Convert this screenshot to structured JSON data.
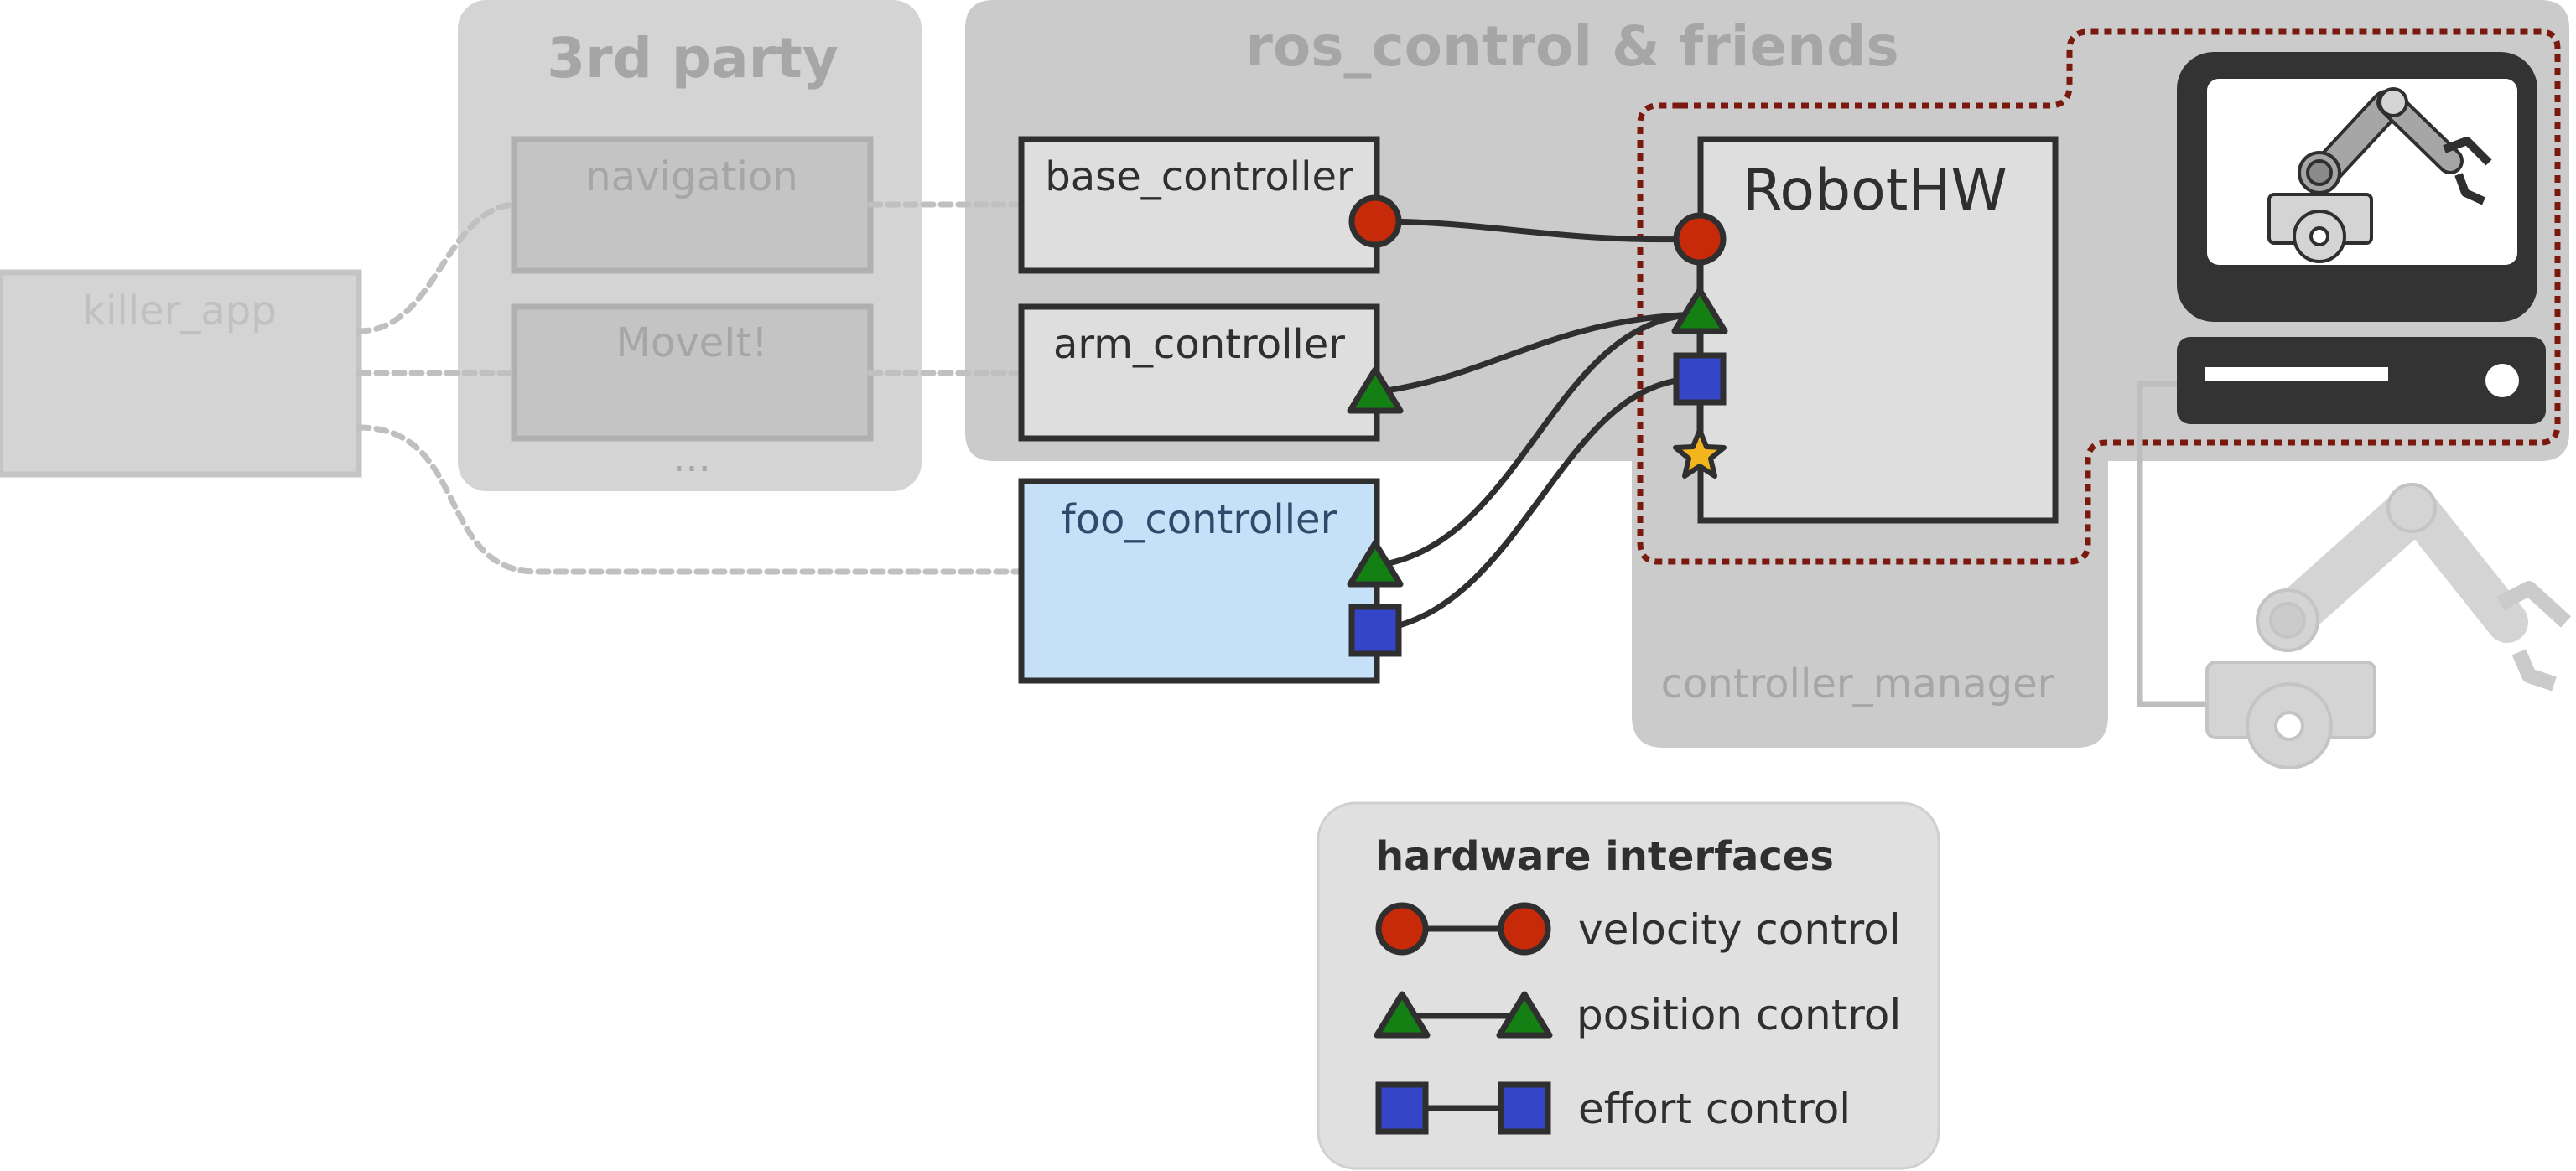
{
  "groups": {
    "third_party": "3rd party",
    "ros_control": "ros_control & friends",
    "controller_manager": "controller_manager"
  },
  "nodes": {
    "killer_app": "killer_app",
    "navigation": "navigation",
    "moveit": "MoveIt!",
    "ellipsis": "...",
    "base_controller": "base_controller",
    "arm_controller": "arm_controller",
    "foo_controller": "foo_controller",
    "robot_hw": "RobotHW"
  },
  "legend": {
    "title": "hardware interfaces",
    "velocity": "velocity control",
    "position": "position control",
    "effort": "effort control"
  },
  "colors": {
    "velocity": "#c62a09",
    "position": "#148014",
    "effort": "#3445c8",
    "star": "#f2b51e",
    "foo_controller_fill": "#c6e0f7",
    "hardware_boundary": "#7a1a0e"
  },
  "icons": [
    "computer-monitor-icon",
    "robot-arm-icon",
    "computer-tower-icon",
    "star-icon"
  ]
}
